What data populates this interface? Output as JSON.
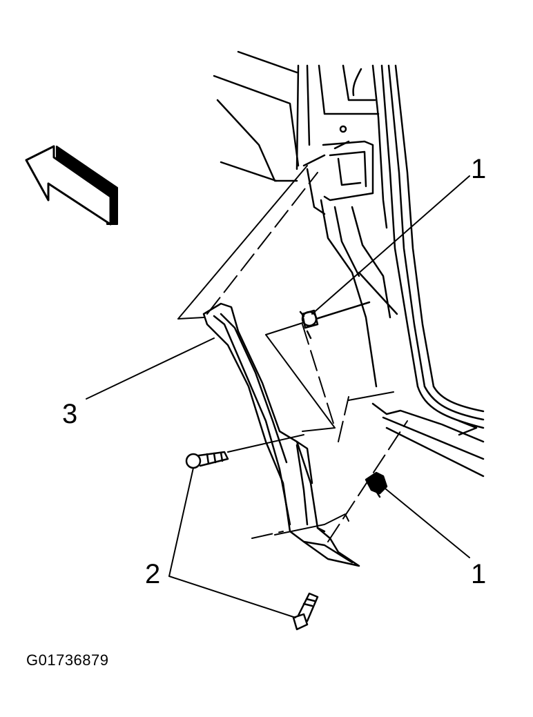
{
  "diagram": {
    "callouts": {
      "clip_upper": "1",
      "clip_lower": "1",
      "bolts": "2",
      "trim_panel": "3"
    },
    "figure_id": "G01736879",
    "direction_arrow_icon": "forward-arrow-icon",
    "colors": {
      "line": "#000000",
      "background": "#ffffff"
    }
  }
}
